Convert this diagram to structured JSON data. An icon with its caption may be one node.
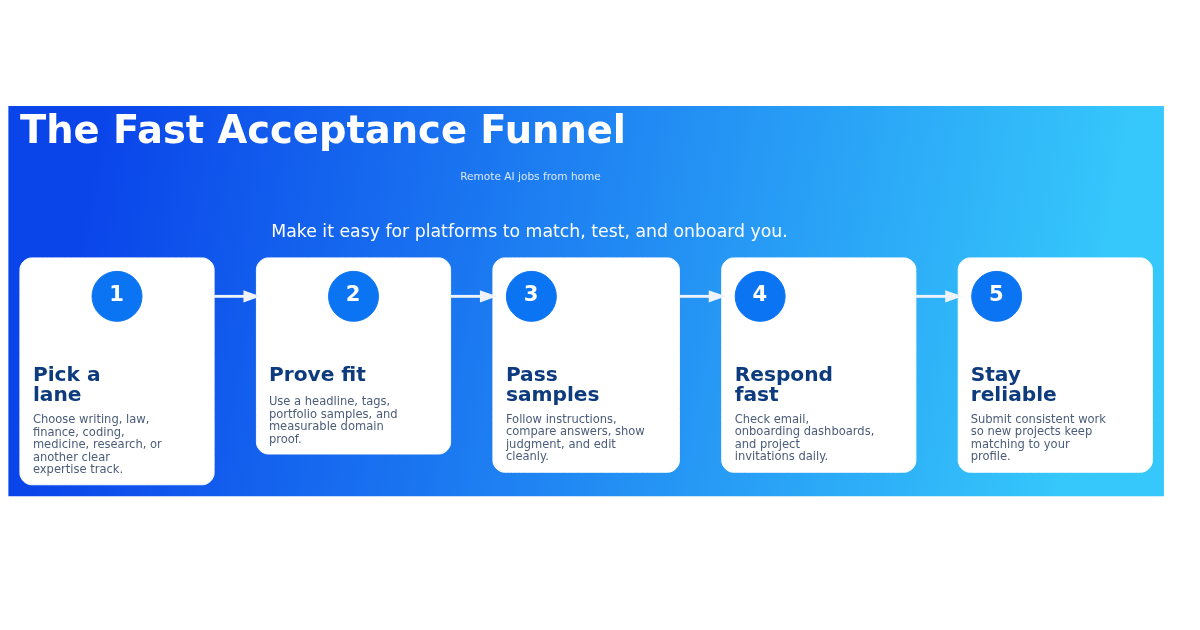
{
  "diagram": {
    "title": "The Fast Acceptance Funnel",
    "nodes": [
      {
        "text": [
          "Pick a lane",
          "Choose writing, law, finance, coding, medicine, research, or another clear expertise track."
        ]
      },
      {
        "text": [
          "1"
        ],
        "in": 0
      },
      {
        "text": [
          "Prove fit",
          "Use a headline, tags, portfolio samples, and measurable domain proof."
        ]
      },
      {
        "text": [
          "2"
        ],
        "in": 2
      },
      {
        "text": [
          "Pass samples",
          "Follow instructions, compare answers, show judgment, and edit cleanly."
        ]
      },
      {
        "text": [
          "3"
        ],
        "in": 4
      },
      {
        "text": [
          "Respond fast",
          "Check email, onboarding dashboards, and project invitations daily."
        ]
      },
      {
        "text": [
          "4"
        ],
        "in": 6
      },
      {
        "text": [
          "Stay reliable",
          "Submit consistent work so new projects keep matching to your profile."
        ]
      },
      {
        "text": [
          "5"
        ],
        "in": 8
      }
    ],
    "edges": [
      {
        "from": 0,
        "to": 2,
        "arrow": "to"
      },
      {
        "from": 2,
        "to": 4,
        "arrow": "to"
      },
      {
        "from": 4,
        "to": 6,
        "arrow": "to"
      },
      {
        "from": 6,
        "to": 8,
        "arrow": "to"
      }
    ],
    "labels": [
      "Remote AI jobs from home",
      "Make it easy for platforms to match, test, and onboard you."
    ]
  }
}
